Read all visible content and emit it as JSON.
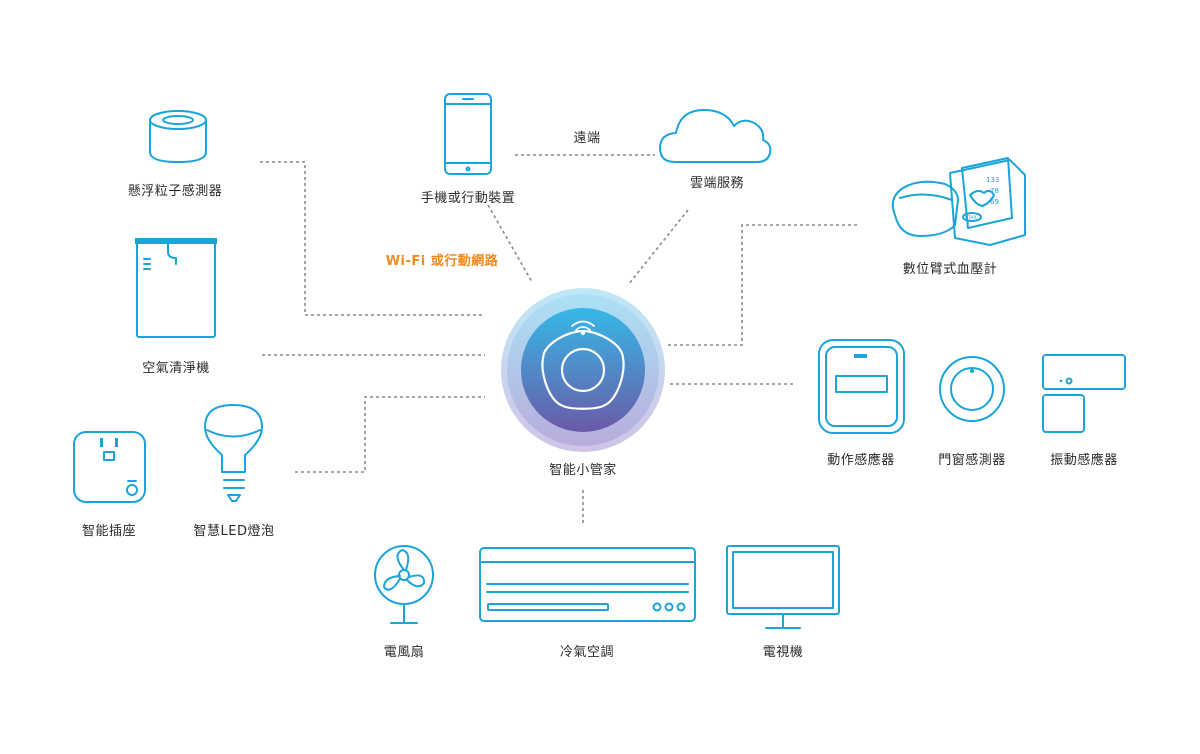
{
  "hub": {
    "label": "智能小管家"
  },
  "link_labels": {
    "remote": "遠端",
    "wifi": "Wi-Fi 或行動網路"
  },
  "devices": {
    "particle_sensor": "懸浮粒子感測器",
    "air_purifier": "空氣清淨機",
    "smart_plug": "智能插座",
    "led_bulb": "智慧LED燈泡",
    "phone": "手機或行動裝置",
    "cloud": "雲端服務",
    "bp_monitor": "數位臂式血壓計",
    "motion_sensor": "動作感應器",
    "door_sensor": "門窗感測器",
    "vibration_sensor": "振動感應器",
    "fan": "電風扇",
    "air_conditioner": "冷氣空調",
    "tv": "電視機"
  },
  "bp_readings": [
    "133",
    "78",
    "69"
  ],
  "bp_brand": "STAR",
  "colors": {
    "icon": "#1ba4d8",
    "line": "#8a8a8a",
    "wifi_label": "#f08a1c",
    "hub_top": "#36b8e6",
    "hub_bottom": "#6a5aa8"
  }
}
